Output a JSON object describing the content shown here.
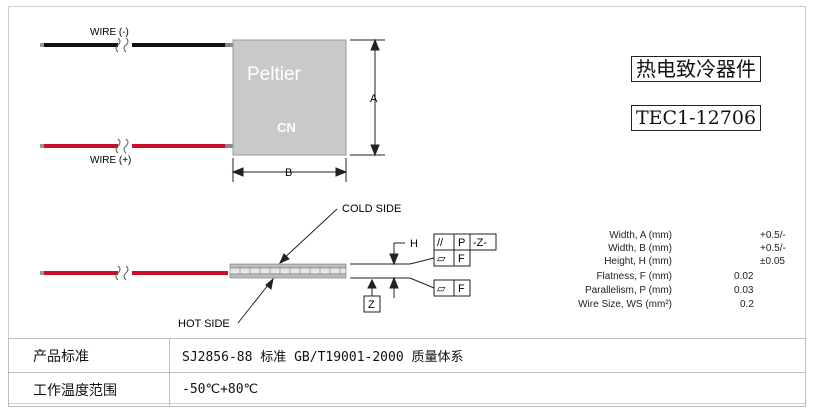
{
  "title_cn": "热电致冷器件",
  "model": "TEC1-12706",
  "diagram": {
    "wire_negative": "WIRE (-)",
    "wire_positive": "WIRE (+)",
    "brand": "Peltier",
    "mark": "CN",
    "dim_a": "A",
    "dim_b": "B",
    "cold_side": "COLD SIDE",
    "hot_side": "HOT SIDE",
    "height": "H",
    "z": "Z",
    "tol_parallel": "//",
    "tol_p": "P",
    "tol_z": "-Z-",
    "tol_flat": "▱",
    "tol_f": "F"
  },
  "specs": {
    "rows": [
      {
        "name": "Width, A (mm)",
        "value": "+0.5/-"
      },
      {
        "name": "Width, B (mm)",
        "value": "+0.5/-"
      },
      {
        "name": "Height, H (mm)",
        "value": "±0.05"
      },
      {
        "name": "Flatness, F (mm)",
        "value": "0.02"
      },
      {
        "name": "Parallelism, P (mm)",
        "value": "0.03"
      },
      {
        "name": "Wire Size, WS (mm²)",
        "value": "0.2"
      }
    ]
  },
  "table": {
    "rows": [
      {
        "label": "产品标准",
        "value": "SJ2856-88 标准 GB/T19001-2000 质量体系"
      },
      {
        "label": "工作温度范围",
        "value": "-50℃+80℃"
      }
    ]
  },
  "colors": {
    "wire_red": "#c8102e",
    "wire_black": "#111111",
    "module_gray": "#c9c9c9"
  }
}
